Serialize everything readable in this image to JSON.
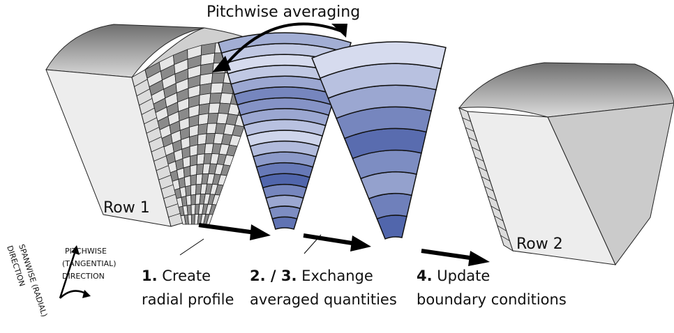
{
  "top_label": "Pitchwise averaging",
  "blocks": [
    {
      "id": "row1",
      "label": "Row 1"
    },
    {
      "id": "row2",
      "label": "Row 2"
    }
  ],
  "steps": [
    {
      "num": "1.",
      "line1": "Create",
      "line2": "radial profile"
    },
    {
      "num": "2. / 3.",
      "line1": "Exchange",
      "line2": "averaged quantities"
    },
    {
      "num": "4.",
      "line1": "Update",
      "line2": "boundary conditions"
    }
  ],
  "axes": {
    "pitchwise": [
      "PITCHWISE",
      "(TANGENTIAL)",
      "DIRECTION"
    ],
    "spanwise": "SPANWISE (RADIAL)",
    "spanwise2": "DIRECTION"
  },
  "colors": {
    "band_dark": "#4a5fa8",
    "band_mid": "#8a9cd0",
    "band_light": "#dde2f2",
    "cell_dark": "#8a8a8a",
    "cell_light": "#e6e6e6",
    "block_face": "#ededed"
  }
}
